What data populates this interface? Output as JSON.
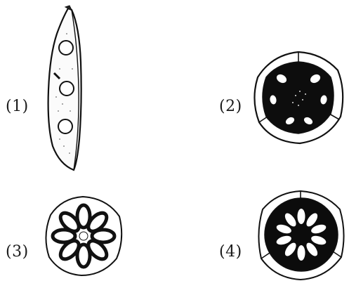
{
  "figures": [
    {
      "label": "(1)"
    },
    {
      "label": "(2)"
    },
    {
      "label": "(3)"
    },
    {
      "label": "(4)"
    }
  ]
}
